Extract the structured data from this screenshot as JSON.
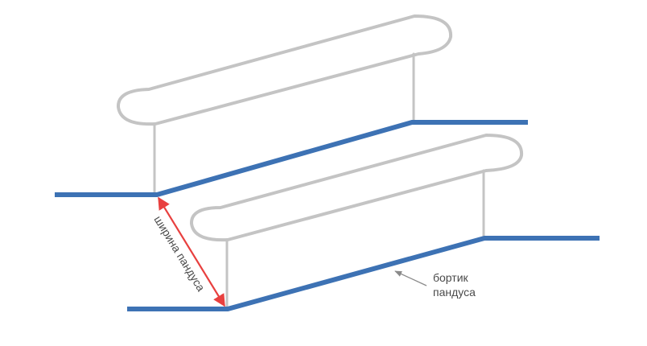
{
  "labels": {
    "width": "ширина пандуса",
    "curb_line1": "бортик",
    "curb_line2": "пандуса"
  },
  "colors": {
    "curb": "#3d72b4",
    "rail": "#c4c4c4",
    "dimension": "#e8403f",
    "pointer": "#8a8a8a",
    "text": "#4a4a4a"
  }
}
